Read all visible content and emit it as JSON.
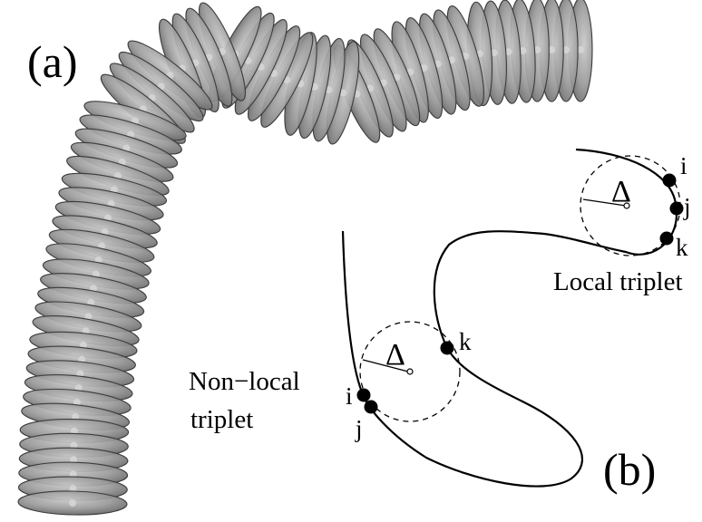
{
  "panel_a": {
    "label": "(a)"
  },
  "panel_b": {
    "label": "(b)",
    "local_triplet": {
      "caption": "Local triplet",
      "delta": "Δ",
      "points": [
        "i",
        "j",
        "k"
      ]
    },
    "nonlocal_triplet": {
      "caption_line1": "Non−local",
      "caption_line2": "triplet",
      "delta": "Δ",
      "points": [
        "i",
        "j",
        "k"
      ]
    }
  },
  "colors": {
    "disk_fill": "#8f8f8f",
    "disk_stroke": "#3c3c3c",
    "core": "#d8d8d8",
    "line": "#000000"
  }
}
